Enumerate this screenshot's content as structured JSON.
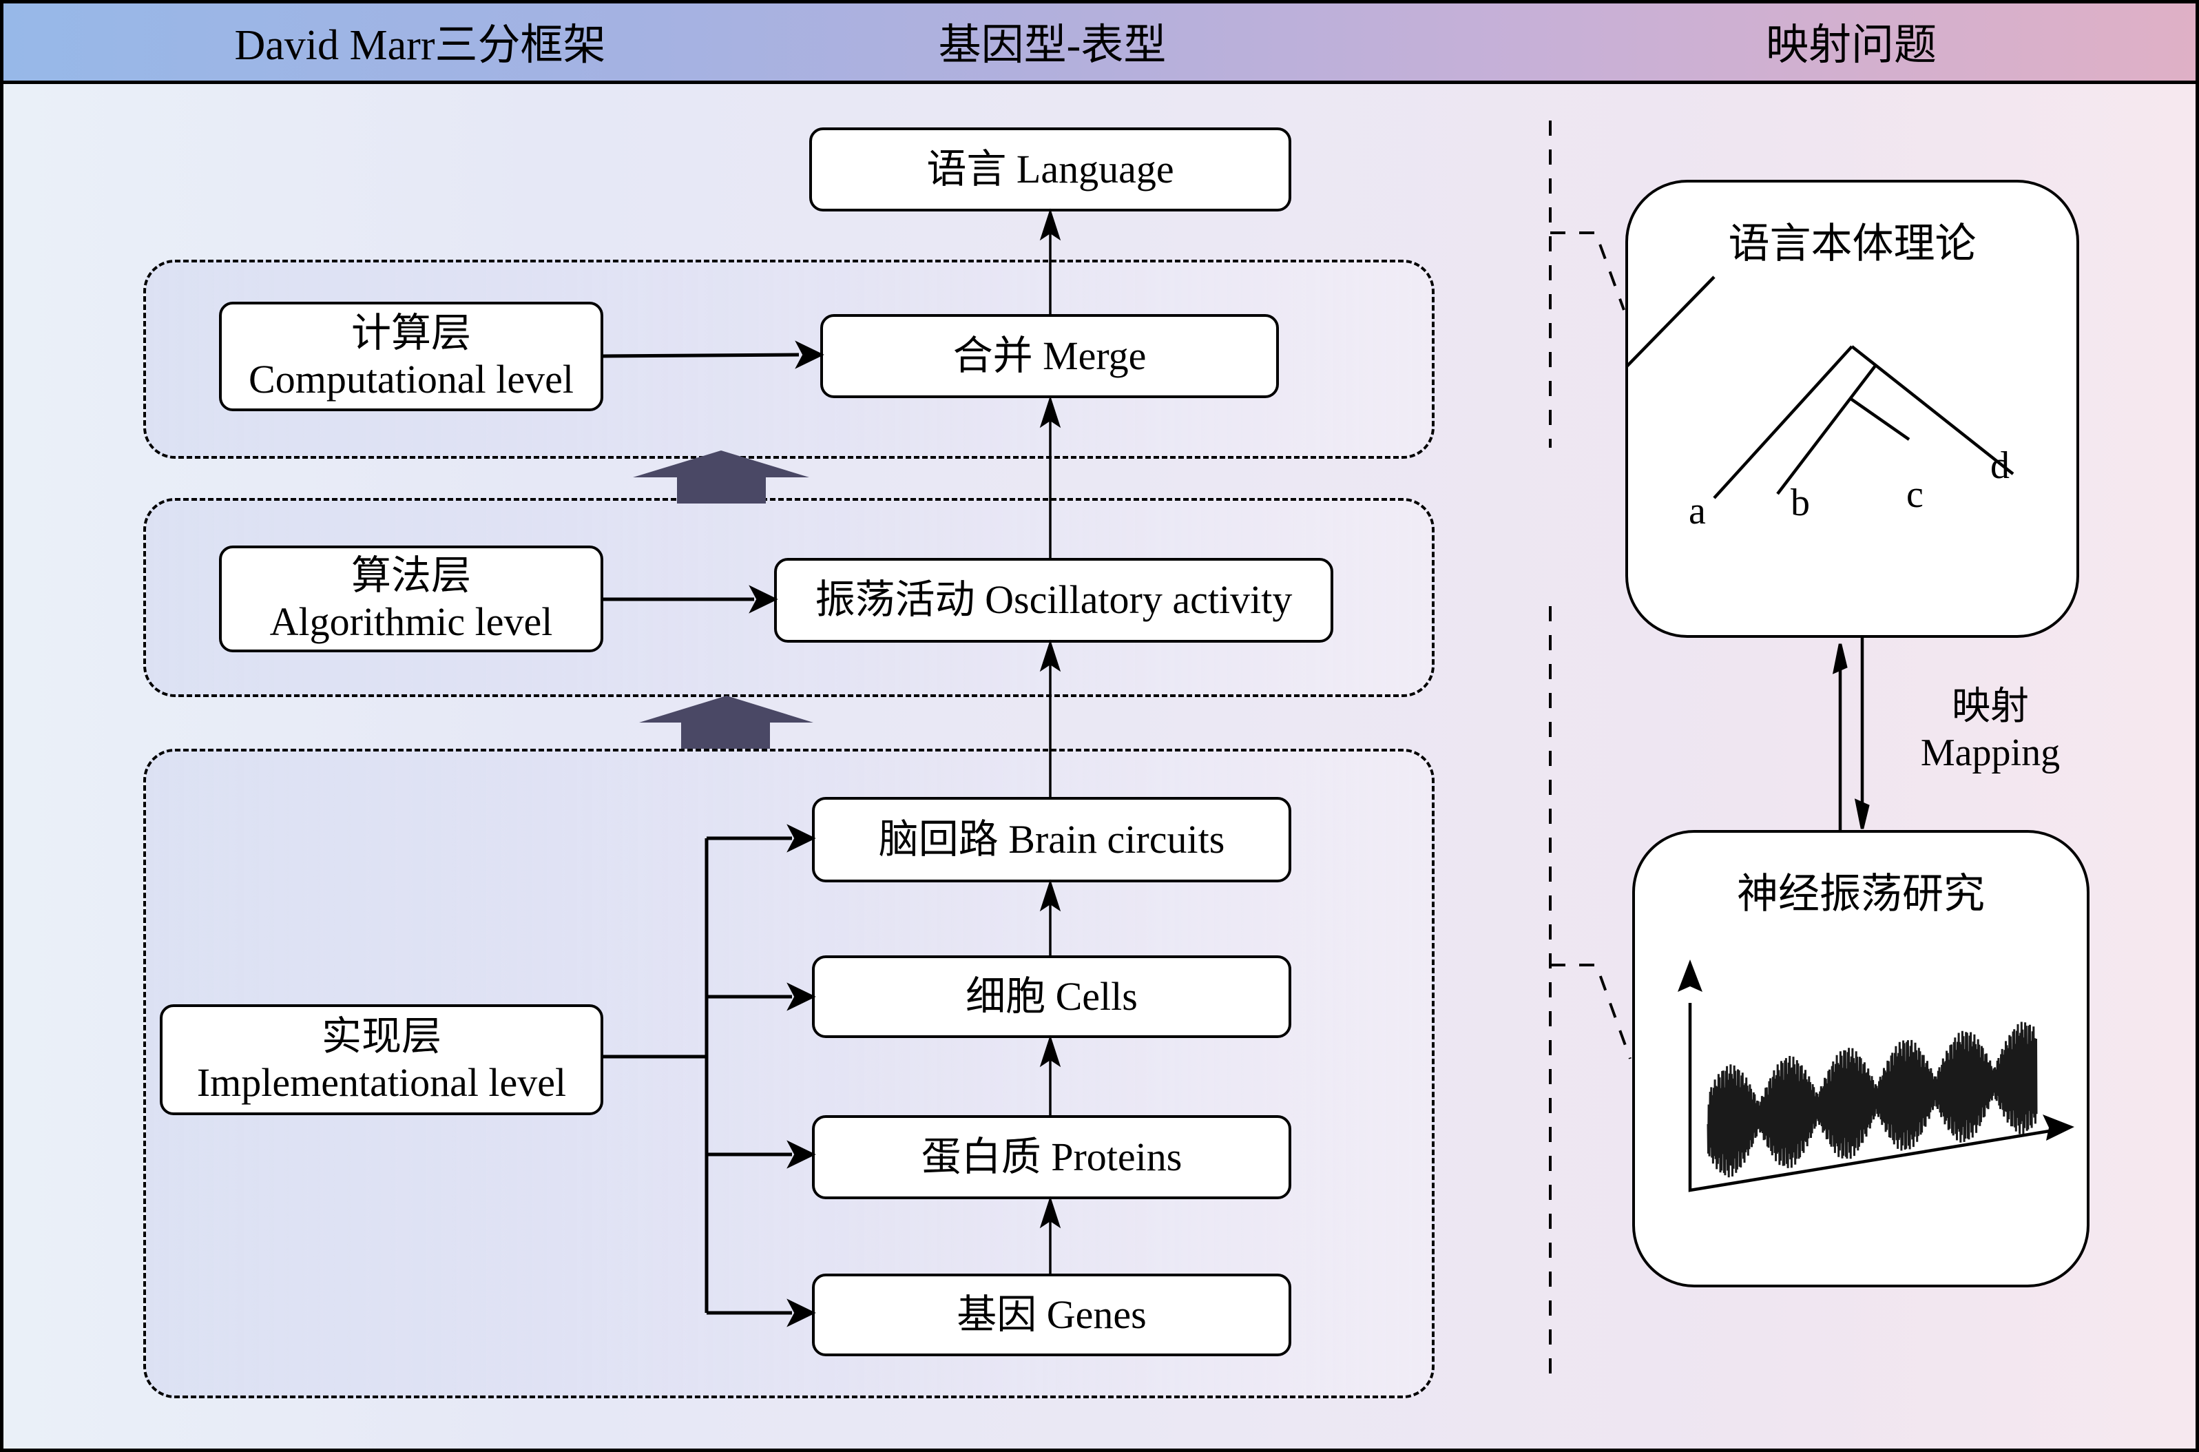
{
  "header": {
    "col1": "David Marr三分框架",
    "col2": "基因型-表型",
    "col3": "映射问题"
  },
  "colors": {
    "header_gradient_start": "#97b8e8",
    "header_gradient_end": "#dfb0c6",
    "level_arrow": "#4a4865",
    "stroke": "#000000"
  },
  "levels": {
    "computational": {
      "zh": "计算层",
      "en": "Computational level"
    },
    "algorithmic": {
      "zh": "算法层",
      "en": "Algorithmic level"
    },
    "implementational": {
      "zh": "实现层",
      "en": "Implementational level"
    }
  },
  "chain": {
    "language": "语言 Language",
    "merge": "合并 Merge",
    "oscillatory": "振荡活动 Oscillatory activity",
    "brain_circuits": "脑回路 Brain circuits",
    "cells": "细胞 Cells",
    "proteins": "蛋白质 Proteins",
    "genes": "基因 Genes"
  },
  "mapping": {
    "ontology_title": "语言本体理论",
    "tree_leaves": [
      "a",
      "b",
      "c",
      "d"
    ],
    "mapping_zh": "映射",
    "mapping_en": "Mapping",
    "neural_title": "神经振荡研究"
  }
}
